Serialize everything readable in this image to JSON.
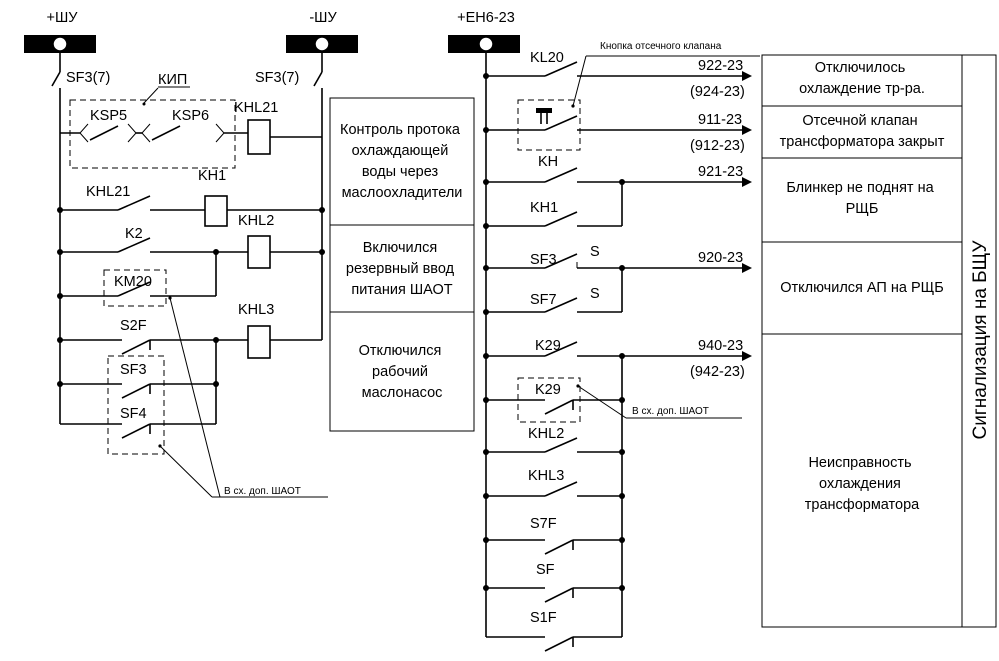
{
  "buses": {
    "plus_shu": "+ШУ",
    "minus_shu": "-ШУ",
    "en6": "+ЕН6-23"
  },
  "left": {
    "sf_left": "SF3(7)",
    "sf_right": "SF3(7)",
    "kip": "КИП",
    "ksp5": "KSP5",
    "ksp6": "KSP6",
    "khl21_coil": "KHL21",
    "khl21_contact": "KHL21",
    "kh1_coil": "KH1",
    "khl2_coil": "KHL2",
    "k2": "K2",
    "km20": "KM20",
    "khl3_coil": "KHL3",
    "s2f": "S2F",
    "sf3": "SF3",
    "sf4": "SF4",
    "note": "В сх. доп. ШАОТ"
  },
  "middle_boxes": [
    "Контроль протока охлаждающей воды через маслоохладители",
    "Включился резервный ввод питания ШАОТ",
    "Отключился рабочий маслонасос"
  ],
  "right": {
    "valve_button": "Кнопка отсечного клапана",
    "kl20": "KL20",
    "kh": "KH",
    "kh1": "KH1",
    "sf3": "SF3",
    "sf7": "SF7",
    "s1": "S",
    "s2": "S",
    "k29": "K29",
    "k29b": "K29",
    "khl2": "KHL2",
    "khl3": "KHL3",
    "s7f": "S7F",
    "sf": "SF",
    "s1f": "S1F",
    "note": "В сх. доп. ШАОТ",
    "codes": [
      "922-23",
      "(924-23)",
      "911-23",
      "(912-23)",
      "921-23",
      "920-23",
      "940-23",
      "(942-23)"
    ]
  },
  "signals": [
    "Отключилось охлаждение тр-ра.",
    "Отсечной клапан трансформатора закрыт",
    "Блинкер не поднят на РЩБ",
    "Отключился АП на РЩБ",
    "Неисправность охлаждения трансформатора"
  ],
  "signal_panel": "Сигнализация на БЩУ"
}
